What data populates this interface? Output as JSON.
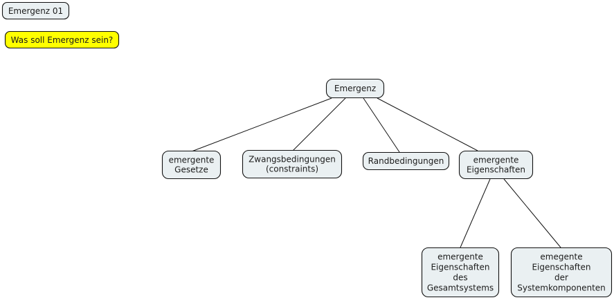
{
  "diagram": {
    "title_label": "Emergenz 01",
    "question_label": "Was soll Emergenz sein?",
    "colors": {
      "node_fill": "#eaf0f2",
      "highlight_fill": "#ffff00",
      "stroke": "#111111",
      "background": "#ffffff",
      "text": "#1b1b1b"
    },
    "nodes": {
      "title": {
        "label": "Emergenz 01",
        "lines": [
          "Emergenz 01"
        ]
      },
      "question": {
        "label": "Was soll Emergenz sein?",
        "lines": [
          "Was soll Emergenz sein?"
        ]
      },
      "root": {
        "label": "Emergenz",
        "lines": [
          "Emergenz"
        ]
      },
      "gesetze": {
        "label": "emergente Gesetze",
        "lines": [
          "emergente",
          "Gesetze"
        ]
      },
      "zwangsbedingungen": {
        "label": "Zwangsbedingungen (constraints)",
        "lines": [
          "Zwangsbedingungen",
          "(constraints)"
        ]
      },
      "randbedingungen": {
        "label": "Randbedingungen",
        "lines": [
          "Randbedingungen"
        ]
      },
      "eigenschaften": {
        "label": "emergente Eigenschaften",
        "lines": [
          "emergente",
          "Eigenschaften"
        ]
      },
      "gesamtsystem": {
        "label": "emergente Eigenschaften des Gesamtsystems",
        "lines": [
          "emergente",
          "Eigenschaften",
          "des",
          "Gesamtsystems"
        ]
      },
      "systemkomponenten": {
        "label": "emegente Eigenschaften der Systemkomponenten",
        "lines": [
          "emegente",
          "Eigenschaften",
          "der",
          "Systemkomponenten"
        ]
      }
    },
    "edges": [
      {
        "from": "root",
        "to": "gesetze"
      },
      {
        "from": "root",
        "to": "zwangsbedingungen"
      },
      {
        "from": "root",
        "to": "randbedingungen"
      },
      {
        "from": "root",
        "to": "eigenschaften"
      },
      {
        "from": "eigenschaften",
        "to": "gesamtsystem"
      },
      {
        "from": "eigenschaften",
        "to": "systemkomponenten"
      }
    ]
  }
}
